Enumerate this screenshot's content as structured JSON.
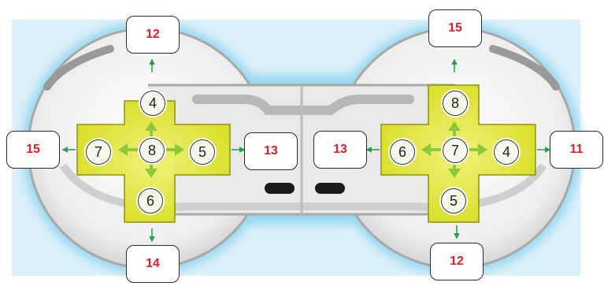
{
  "left_pad": {
    "top_target": "12",
    "left_target": "15",
    "right_target": "13",
    "bottom_target": "14",
    "up_button": "4",
    "left_button": "7",
    "center_button": "8",
    "right_button": "5",
    "down_button": "6"
  },
  "right_pad": {
    "top_target": "15",
    "left_target": "13",
    "right_target": "11",
    "bottom_target": "12",
    "up_button": "8",
    "left_button": "6",
    "center_button": "7",
    "right_button": "4",
    "down_button": "5"
  },
  "colors": {
    "pad_fill": "#dfe62a",
    "arrow_green": "#22a04a",
    "label_red": "#e0202a",
    "background": "#dcf0fa"
  }
}
